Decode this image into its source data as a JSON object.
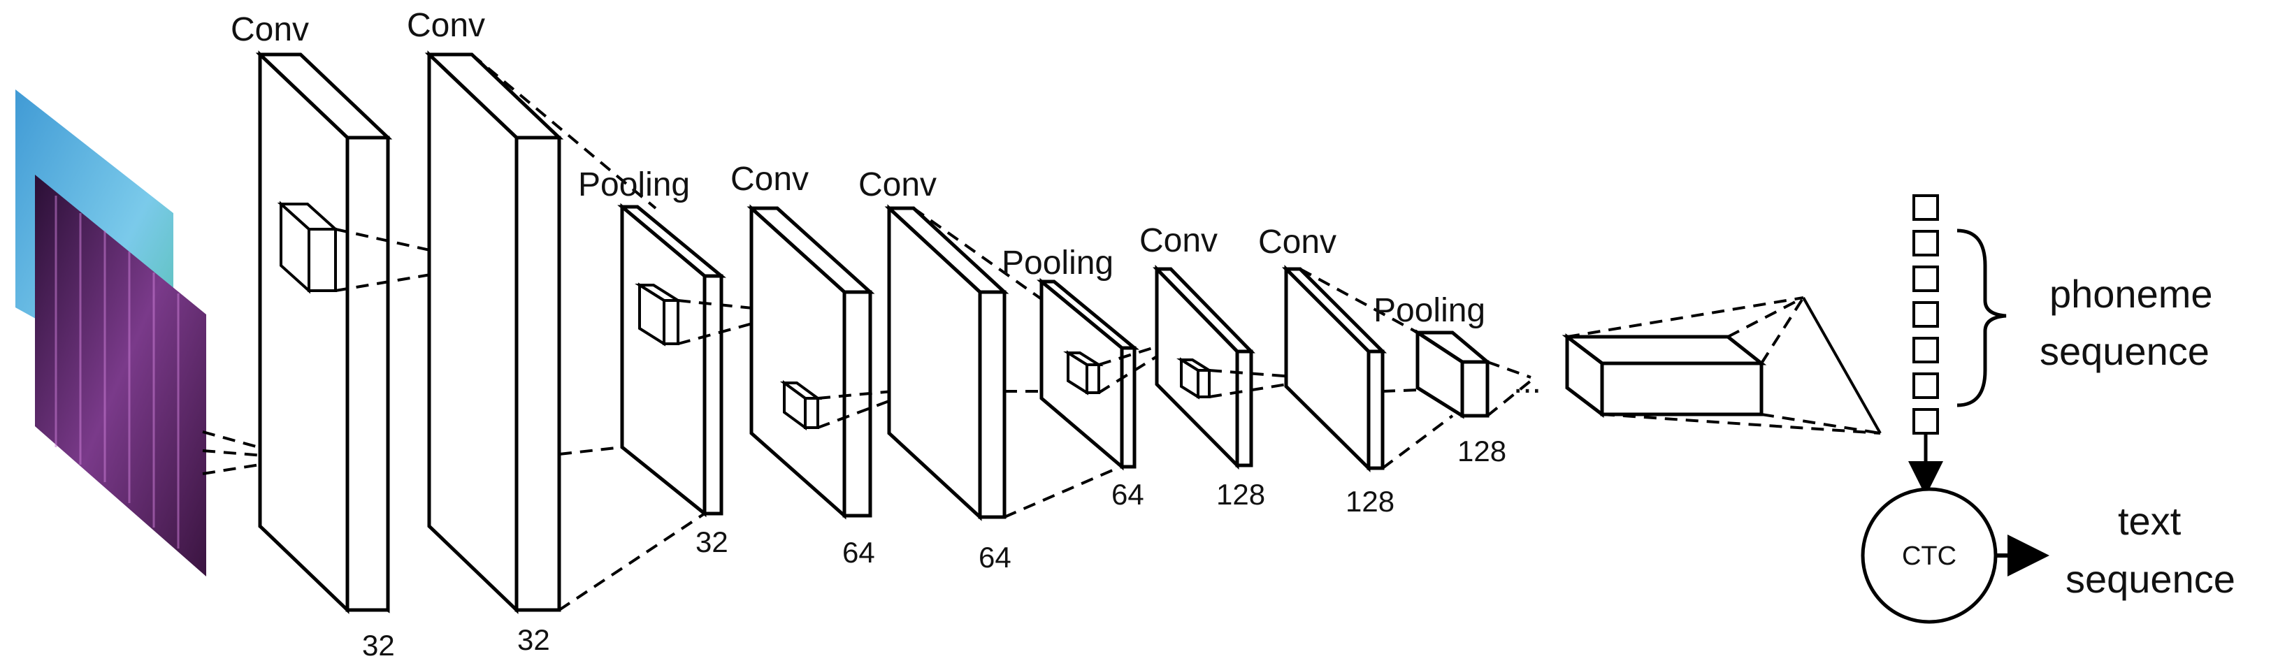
{
  "layers": [
    {
      "type": "Conv",
      "channels": "32"
    },
    {
      "type": "Conv",
      "channels": "32"
    },
    {
      "type": "Pooling",
      "channels": "32"
    },
    {
      "type": "Conv",
      "channels": "64"
    },
    {
      "type": "Conv",
      "channels": "64"
    },
    {
      "type": "Pooling",
      "channels": "64"
    },
    {
      "type": "Conv",
      "channels": "128"
    },
    {
      "type": "Conv",
      "channels": "128"
    },
    {
      "type": "Pooling",
      "channels": "128"
    }
  ],
  "ellipsis": "...",
  "output": {
    "phoneme_label_line1": "phoneme",
    "phoneme_label_line2": "sequence",
    "ctc_label": "CTC",
    "text_label_line1": "text",
    "text_label_line2": "sequence"
  },
  "colors": {
    "stroke": "#000000",
    "spectrogram_dark": "#3a1440",
    "spectrogram_mid": "#7a3a8a",
    "input_bg": "#3fa7d6"
  }
}
